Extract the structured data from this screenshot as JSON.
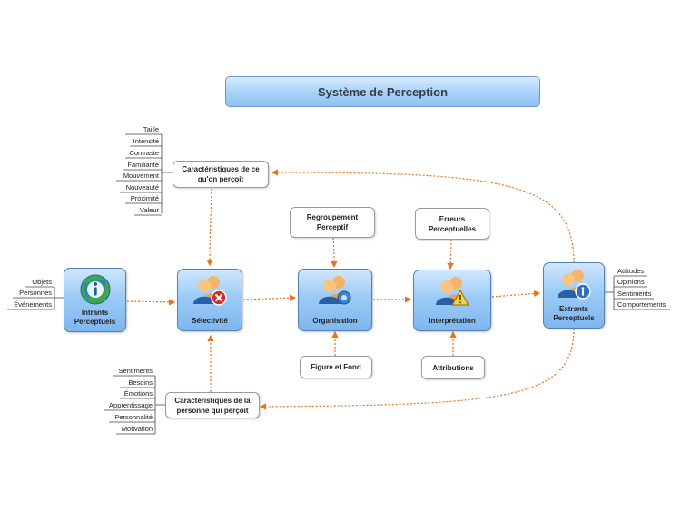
{
  "title": "Système de Perception",
  "colors": {
    "connector": "#e8731a",
    "node_border": "#5580b0",
    "leaf_line": "#444444"
  },
  "nodes": {
    "intrants": {
      "label": "Intrants Perceptuels",
      "icon": "info-globe-icon"
    },
    "selectivite": {
      "label": "Sélectivité",
      "icon": "users-delete-icon"
    },
    "organisation": {
      "label": "Organisation",
      "icon": "users-gear-icon"
    },
    "interpretation": {
      "label": "Interprétation",
      "icon": "users-warning-icon"
    },
    "extrants": {
      "label": "Extrants Perceptuels",
      "icon": "users-info-icon"
    }
  },
  "boxes": {
    "carac_percu": "Caractéristiques de ce qu'on perçoit",
    "carac_personne": "Caractéristiques de la personne qui perçoit",
    "regroupement": "Regroupement Perceptif",
    "erreurs": "Erreurs Perceptuelles",
    "figure_fond": "Figure et Fond",
    "attributions": "Attributions"
  },
  "leaves": {
    "carac_percu": [
      "Taille",
      "Intensité",
      "Contraste",
      "Familiarité",
      "Mouvement",
      "Nouveauté",
      "Proximité",
      "Valeur"
    ],
    "intrants": [
      "Objets",
      "Personnes",
      "Événements"
    ],
    "carac_personne": [
      "Sentiments",
      "Besoins",
      "Émotions",
      "Apprentissage",
      "Personnalité",
      "Motivation"
    ],
    "extrants": [
      "Attitudes",
      "Opinions",
      "Sentiments",
      "Comportements"
    ]
  }
}
